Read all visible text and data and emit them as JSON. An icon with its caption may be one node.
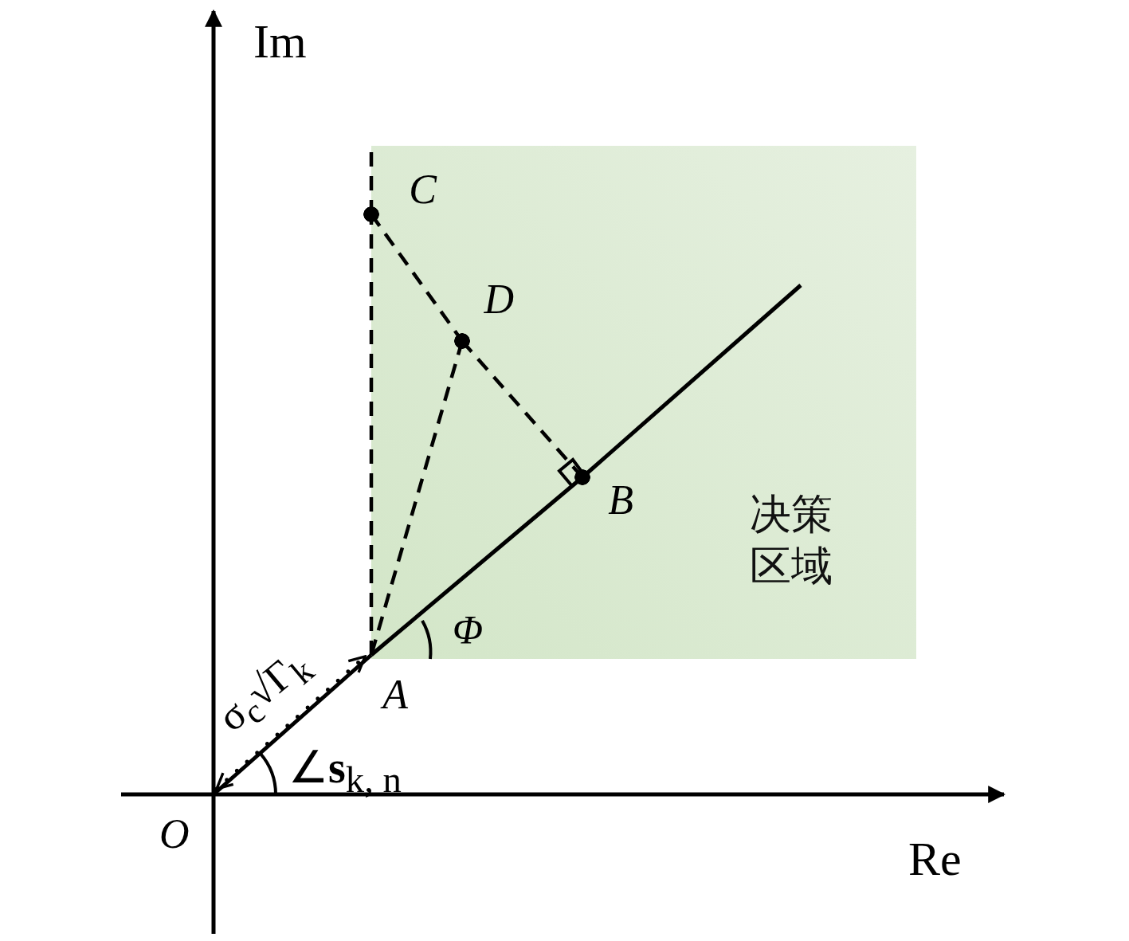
{
  "diagram": {
    "nodes": [
      {
        "text": [
          "决策区域"
        ]
      },
      {
        "text": [
          "O"
        ]
      },
      {
        "text": [
          "A"
        ]
      },
      {
        "text": [
          "B"
        ],
        "in": 0
      },
      {
        "text": [
          "C"
        ],
        "in": 0
      },
      {
        "text": [
          "D"
        ],
        "in": 0
      }
    ],
    "edges": [
      {
        "from": 1,
        "to": 2,
        "arrow": "none"
      },
      {
        "from": 2,
        "to": 3,
        "arrow": "none"
      },
      {
        "from": 3,
        "to": null,
        "arrow": "none"
      },
      {
        "from": 2,
        "to": 4,
        "arrow": "none",
        "style": "dashed"
      },
      {
        "from": 4,
        "to": null,
        "arrow": "none",
        "style": "dashed"
      },
      {
        "from": 4,
        "to": 5,
        "arrow": "none",
        "style": "dashed"
      },
      {
        "from": 5,
        "to": 3,
        "arrow": "none",
        "style": "dashed"
      },
      {
        "from": 5,
        "to": 2,
        "arrow": "none",
        "style": "dashed"
      },
      {
        "from": 1,
        "to": 2,
        "arrow": "both",
        "style": "dashed",
        "label": "σ$_{c}$√Γ$_{k}$"
      }
    ],
    "labels": [
      "Im",
      "Φ",
      "∠**s**$_{k, n}$",
      "Re"
    ]
  }
}
